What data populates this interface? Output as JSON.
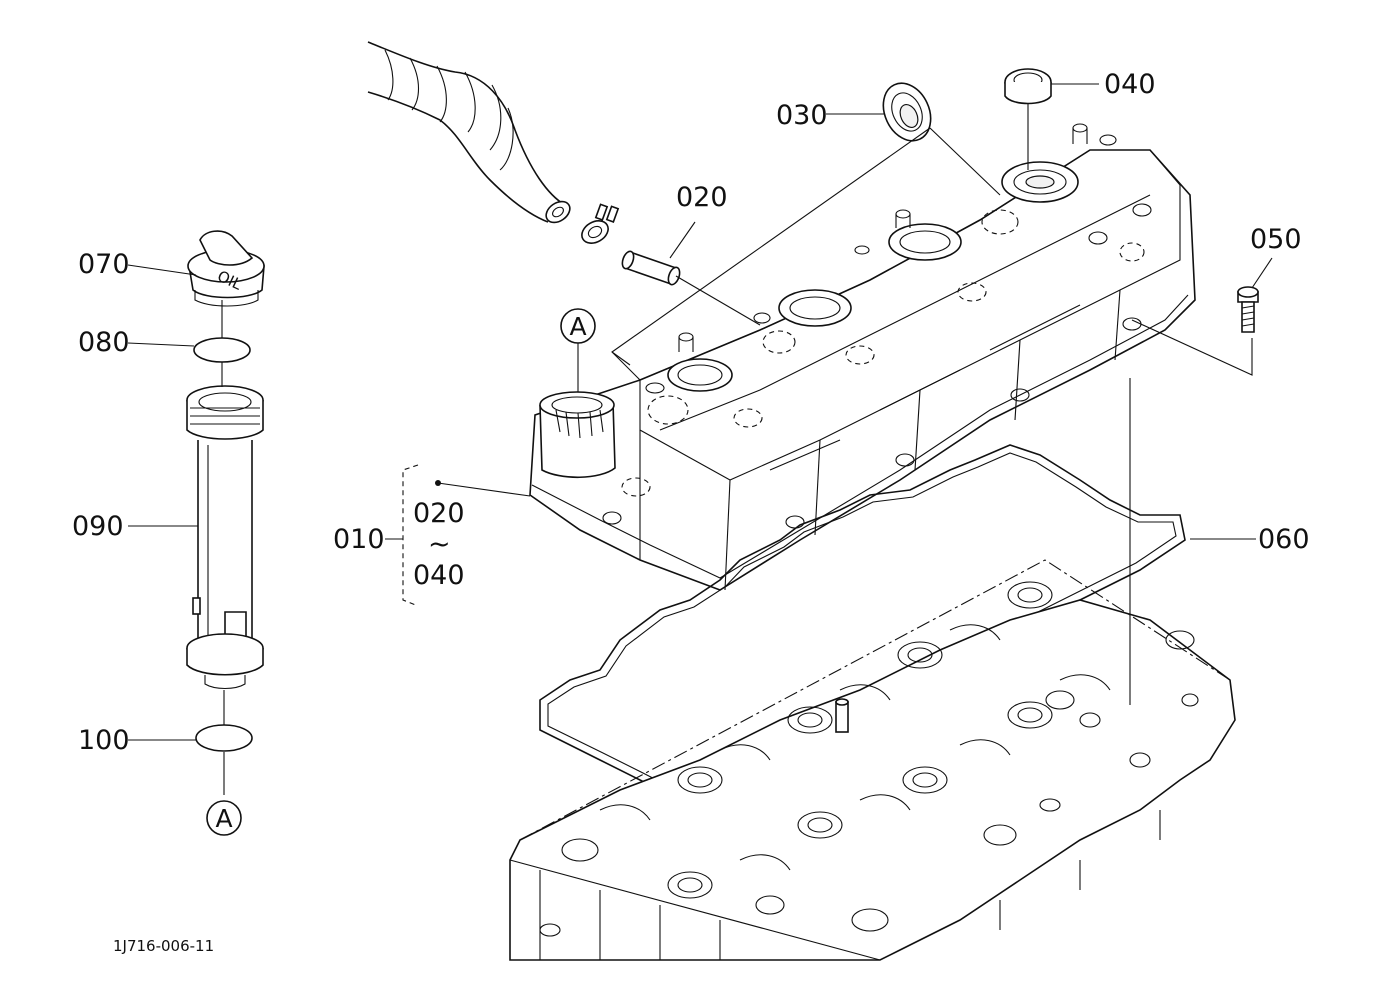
{
  "drawing_code": "1J716-006-11",
  "callouts": {
    "connector_top": "A",
    "connector_bottom": "A"
  },
  "parts": [
    {
      "id": "010",
      "label": "010"
    },
    {
      "id": "020",
      "label": "020"
    },
    {
      "id": "030",
      "label": "030"
    },
    {
      "id": "040",
      "label": "040"
    },
    {
      "id": "050",
      "label": "050"
    },
    {
      "id": "060",
      "label": "060"
    },
    {
      "id": "070",
      "label": "070"
    },
    {
      "id": "080",
      "label": "080"
    },
    {
      "id": "090",
      "label": "090"
    },
    {
      "id": "100",
      "label": "100"
    }
  ],
  "assembly_range": {
    "from": "020",
    "separator": "~",
    "to": "040"
  },
  "oil_cap_text": "OIL"
}
